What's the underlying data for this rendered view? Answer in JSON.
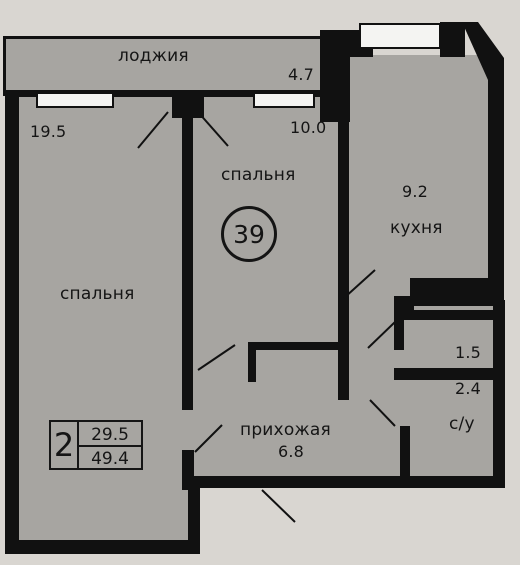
{
  "plan": {
    "apartment_number": "39",
    "room_count": "2",
    "living_area": "29.5",
    "total_area": "49.4",
    "colors": {
      "fill": "#a7a5a1",
      "wall": "#111111",
      "window": "#f4f4f2",
      "background": "#d9d6d1"
    },
    "rooms": {
      "loggia": {
        "name": "лоджия",
        "area": "4.7"
      },
      "bedroom_large": {
        "name": "спальня",
        "area": "19.5"
      },
      "bedroom_small": {
        "name": "спальня",
        "area": "10.0"
      },
      "kitchen": {
        "name": "кухня",
        "area": "9.2"
      },
      "hallway": {
        "name": "прихожая",
        "area": "6.8"
      },
      "closet": {
        "area": "1.5"
      },
      "bathroom": {
        "name": "с/у",
        "area": "2.4"
      }
    }
  }
}
